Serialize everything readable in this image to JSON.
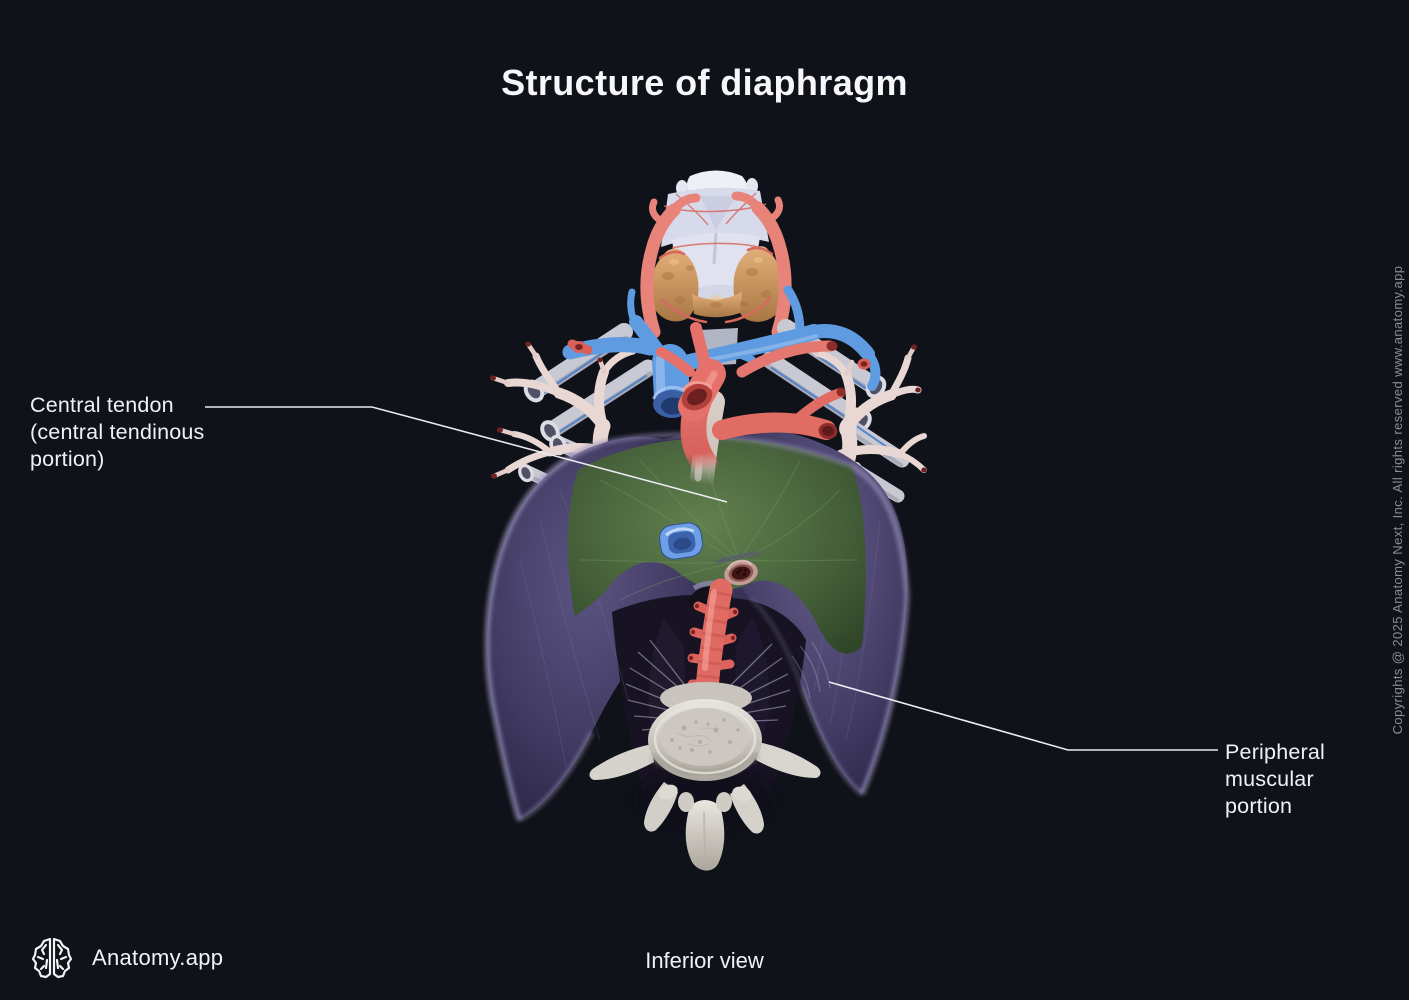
{
  "page": {
    "title": "Structure of diaphragm",
    "view_label": "Inferior view",
    "background_color": "#10121a"
  },
  "branding": {
    "app_name": "Anatomy.app",
    "logo_icon": "brain-icon"
  },
  "copyright": "Copyrights @ 2025 Anatomy Next, Inc. All rights reserved www.anatomy.app",
  "annotations": {
    "central_tendon": {
      "line1": "Central tendon",
      "line2": "(central tendinous",
      "line3": "portion)"
    },
    "peripheral_muscular": {
      "line1": "Peripheral",
      "line2": "muscular",
      "line3": "portion"
    }
  },
  "figure": {
    "highlight_colors": {
      "central_tendon_green": "#4a6b42",
      "peripheral_muscle_purple": "#46406a",
      "leader_line_white": "#ebebf1",
      "artery_red": "#e5716a",
      "vein_blue": "#5f9be1",
      "bone_white": "#d8d5cf",
      "thyroid_tan": "#d8a772",
      "cartilage_white": "#dfe1ee"
    }
  }
}
